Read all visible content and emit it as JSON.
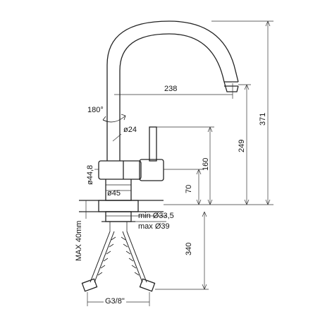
{
  "dimensions": {
    "spout_reach": "238",
    "rotation": "180°",
    "spout_diameter": "ø24",
    "body_diameter": "ø44,8",
    "base_diameter": "ø45",
    "overall_height": "371",
    "spout_outlet_height": "249",
    "lever_height": "160",
    "body_height": "70",
    "hole_min": "min Ø33,5",
    "hole_max": "max Ø39",
    "max_deck": "MAX 40mm",
    "hose_length": "340",
    "hose_thread": "G3/8\""
  }
}
